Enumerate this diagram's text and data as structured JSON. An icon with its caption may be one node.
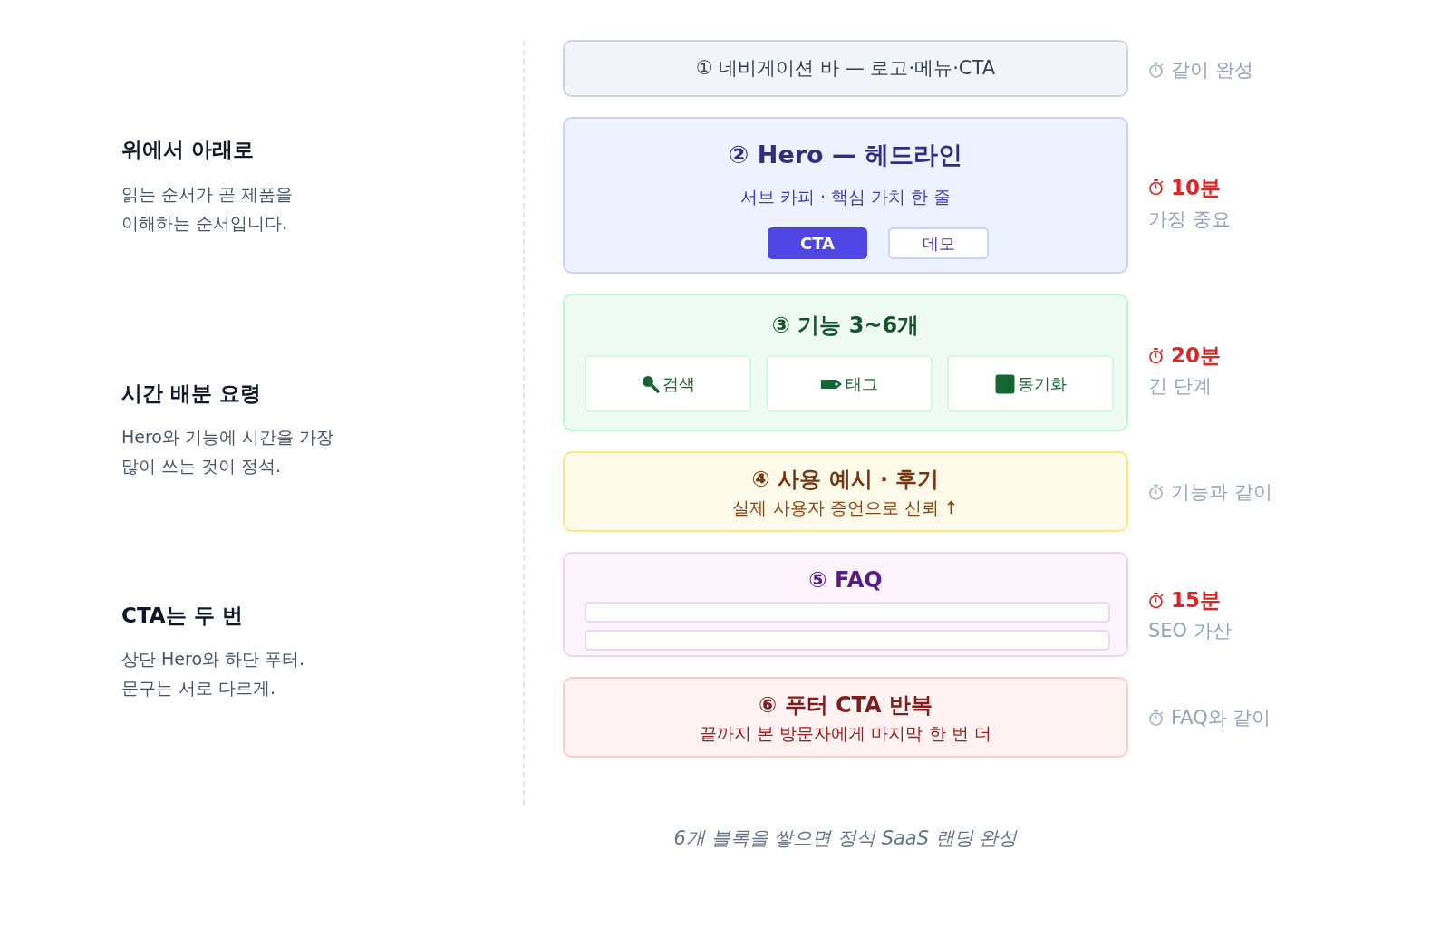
{
  "diagram": {
    "caption": "6개 블록을 쌓으면 정석 SaaS 랜딩 완성",
    "nodes": [
      {
        "text": [
          "① 네비게이션 바 — 로고·메뉴·CTA"
        ],
        "beside": [
          "같이 완성"
        ]
      },
      {
        "text": [
          "② Hero — 헤드라인",
          "서브 카피 · 핵심 가치 한 줄"
        ],
        "beside": [
          "10분",
          "가장 중요"
        ]
      },
      {
        "text": [
          "CTA"
        ],
        "in": 1
      },
      {
        "text": [
          "데모"
        ],
        "in": 1
      },
      {
        "text": [
          "③ 기능 3~6개"
        ],
        "beside": [
          "20분",
          "긴 단계"
        ]
      },
      {
        "text": [
          "검색"
        ],
        "in": 4
      },
      {
        "text": [
          "태그"
        ],
        "in": 4
      },
      {
        "text": [
          "동기화"
        ],
        "in": 4
      },
      {
        "text": [
          "④ 사용 예시 · 후기",
          "실제 사용자 증언으로 신뢰 ↑"
        ],
        "beside": [
          "기능과 같이"
        ]
      },
      {
        "text": [
          "⑤ FAQ"
        ],
        "beside": [
          "15분",
          "SEO 가산"
        ]
      },
      {
        "text": [],
        "shape": "bar",
        "in": 9
      },
      {
        "text": [],
        "shape": "bar",
        "in": 9
      },
      {
        "text": [
          "⑥ 푸터 CTA 반복",
          "끝까지 본 방문자에게 마지막 한 번 더"
        ],
        "beside": [
          "FAQ와 같이"
        ]
      }
    ],
    "labels": [
      "위에서 아래로",
      "읽는 순서가 곧 제품을 이해하는 순서입니다.",
      "시간 배분 요령",
      "Hero와 기능에 시간을 가장 많이 쓰는 것이 정석.",
      "CTA는 두 번",
      "상단 Hero와 하단 푸터. 문구는 서로 다르게."
    ]
  }
}
